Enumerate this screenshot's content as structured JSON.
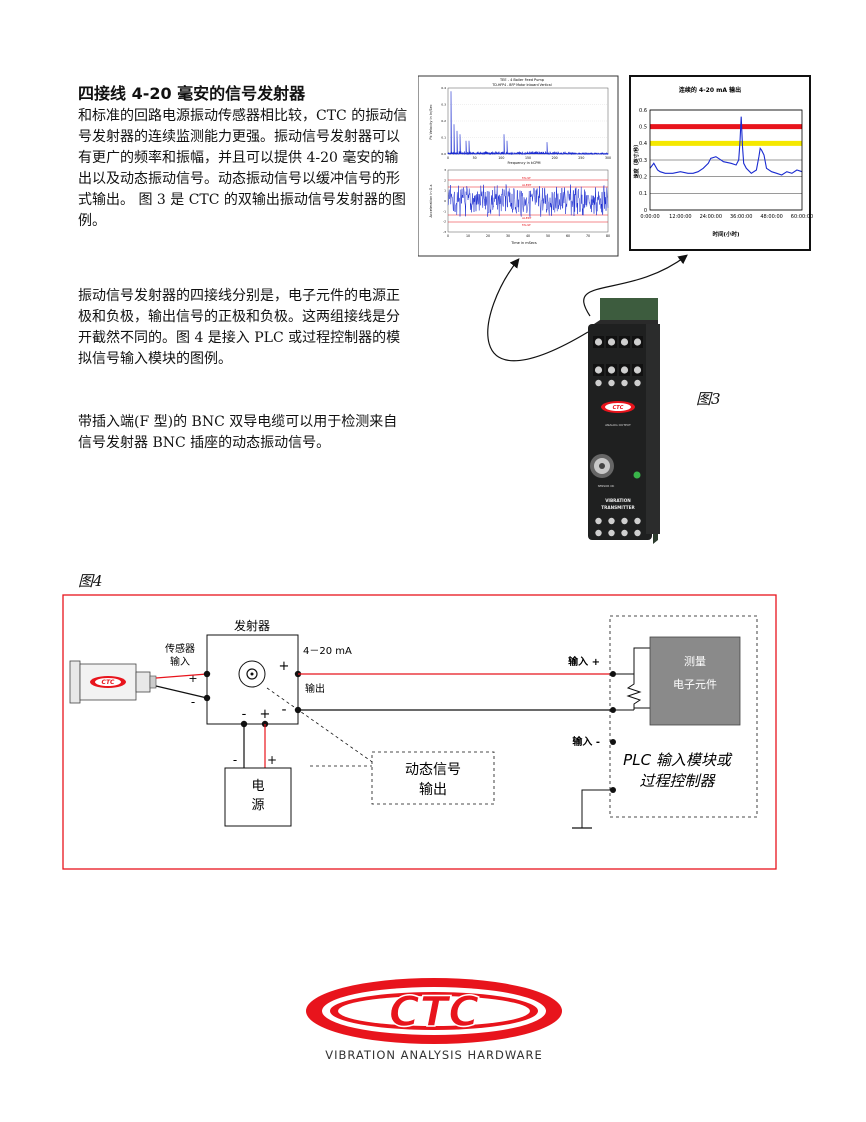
{
  "title": "四接线 4-20 毫安的信号发射器",
  "paragraphs": [
    "和标准的回路电源振动传感器相比较，CTC 的振动信号发射器的连续监测能力更强。振动信号发射器可以有更广的频率和振幅，并且可以提供 4-20 毫安的输出以及动态振动信号。动态振动信号以缓冲信号的形式输出。 图 3 是 CTC 的双输出振动信号发射器的图例。",
    "振动信号发射器的四接线分别是，电子元件的电源正极和负极，输出信号的正极和负极。这两组接线是分开截然不同的。图 4 是接入 PLC 或过程控制器的模拟信号输入模块的图例。",
    "带插入端(F 型)的 BNC 双导电缆可以用于检测来自信号发射器 BNC 插座的动态振动信号。"
  ],
  "fig3": {
    "label": "图3",
    "spectrum_title": "TEE - 4 Boiler Feed Pump",
    "spectrum_subtitle": "TD-HFP4 - BFP Motor Inboard Vertical",
    "spectrum_ylabel": "Pk Velocity in In/Sec",
    "spectrum_xlabel": "Frequency in kCPM",
    "wave_ylabel": "Acceleration in G-s",
    "wave_xlabel": "Time in mSecs",
    "wave_fault": "FAULT",
    "wave_alert": "ALERT",
    "trend_title": "连续的 4-20 mA 输出",
    "trend_ylabel": "速度（英寸/秒）",
    "trend_xlabel": "时间(小时)",
    "module_texts": {
      "brand": "CTC",
      "analog_output": "ANALOG OUTPUT",
      "sensor": "SENSOR OK",
      "line1": "VIBRATION",
      "line2": "TRANSMITTER"
    }
  },
  "trend_chart": {
    "type": "line",
    "title": "连续的 4-20 mA 输出",
    "xlabel": "时间(小时)",
    "ylabel": "速度（英寸/秒）",
    "xticks": [
      "0:00:00",
      "12:00:00",
      "24:00:00",
      "36:00:00",
      "48:00:00",
      "60:00:00"
    ],
    "yticks": [
      "0",
      "0.1",
      "0.2",
      "0.3",
      "0.4",
      "0.5",
      "0.6"
    ],
    "ylim": [
      0,
      0.6
    ],
    "xlim": [
      0,
      60
    ],
    "thresholds": [
      {
        "value": 0.5,
        "color": "#e8141c"
      },
      {
        "value": 0.4,
        "color": "#f5e800"
      }
    ],
    "series": [
      {
        "color": "#1a2bd0",
        "x": [
          0,
          1.5,
          3,
          4,
          6,
          9,
          12,
          15,
          17,
          19,
          21,
          23,
          24,
          26,
          27,
          29,
          32,
          34,
          35,
          35.5,
          36,
          36.5,
          37,
          38,
          40,
          42,
          43,
          43.5,
          44,
          45,
          46,
          48,
          50,
          52,
          54,
          56,
          58,
          60
        ],
        "y": [
          0.25,
          0.28,
          0.24,
          0.23,
          0.22,
          0.22,
          0.23,
          0.22,
          0.22,
          0.23,
          0.25,
          0.28,
          0.31,
          0.32,
          0.31,
          0.29,
          0.28,
          0.27,
          0.3,
          0.4,
          0.56,
          0.38,
          0.28,
          0.25,
          0.22,
          0.24,
          0.32,
          0.37,
          0.36,
          0.33,
          0.25,
          0.23,
          0.22,
          0.21,
          0.23,
          0.22,
          0.24,
          0.23
        ]
      }
    ]
  },
  "spectrum_chart": {
    "type": "line",
    "xticks": [
      "0",
      "50",
      "100",
      "150",
      "200",
      "250",
      "300"
    ],
    "yticks": [
      "0.0",
      "0.1",
      "0.2",
      "0.3",
      "0.4"
    ]
  },
  "wave_chart": {
    "type": "line",
    "xticks": [
      "0",
      "10",
      "20",
      "30",
      "40",
      "50",
      "60",
      "70",
      "80"
    ],
    "yticks": [
      "-3",
      "-2",
      "-1",
      "0",
      "1",
      "2",
      "3"
    ]
  },
  "fig4": {
    "label": "图4",
    "transmitter": "发射器",
    "sensor_input_1": "传感器",
    "sensor_input_2": "输入",
    "current": "4－20 mA",
    "output": "输出",
    "power_1": "电",
    "power_2": "源",
    "dynamic_1": "动态信号",
    "dynamic_2": "输出",
    "input_plus": "输入 +",
    "input_minus": "输入 -",
    "measure": "测量",
    "electronics": "电子元件",
    "plc_1": "PLC 输入模块或",
    "plc_2": "过程控制器",
    "plus": "+",
    "minus": "-",
    "brand": "CTC"
  },
  "logo": {
    "brand": "CTC",
    "tagline": "VIBRATION ANALYSIS HARDWARE"
  },
  "colors": {
    "red": "#e8141c",
    "yellow": "#f5e800",
    "blue": "#1a2bd0",
    "module_green": "#3d5c3e",
    "module_dark": "#1f2020",
    "component_gray": "#8a8a8a"
  }
}
